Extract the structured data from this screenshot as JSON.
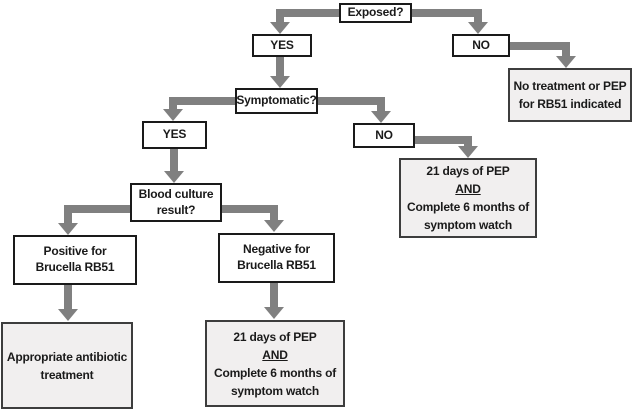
{
  "flowchart": {
    "nodes": {
      "exposed": {
        "label": "Exposed?"
      },
      "exposed_yes": {
        "label": "YES"
      },
      "exposed_no": {
        "label": "NO"
      },
      "no_treatment": {
        "lines": [
          "No treatment or PEP",
          "for RB51 indicated"
        ]
      },
      "symptomatic": {
        "label": "Symptomatic?"
      },
      "symptomatic_yes": {
        "label": "YES"
      },
      "symptomatic_no": {
        "label": "NO"
      },
      "pep_watch_right": {
        "lines": [
          "21 days of PEP",
          "AND",
          "Complete 6 months of",
          "symptom watch"
        ]
      },
      "blood_culture": {
        "lines": [
          "Blood culture",
          "result?"
        ]
      },
      "positive_rb51": {
        "lines": [
          "Positive for",
          "Brucella RB51"
        ]
      },
      "negative_rb51": {
        "lines": [
          "Negative for",
          "Brucella RB51"
        ]
      },
      "antibiotic_treatment": {
        "lines": [
          "Appropriate antibiotic",
          "treatment"
        ]
      },
      "pep_watch_bottom": {
        "lines": [
          "21 days of PEP",
          "AND",
          "Complete 6 months of",
          "symptom watch"
        ]
      }
    },
    "colors": {
      "arrow": "#808080",
      "outcome_fill": "#f1efef",
      "decision_border": "#1a1a1a",
      "outcome_border": "#3d3d3d",
      "text": "#1a1a1a"
    }
  }
}
